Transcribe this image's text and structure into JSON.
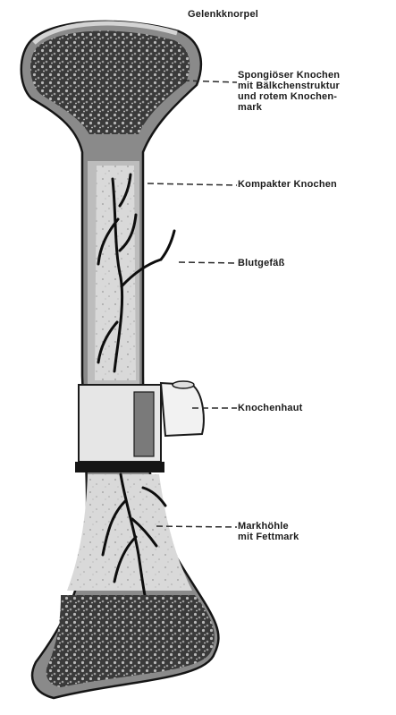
{
  "labels": {
    "gelenkknorpel": "Gelenkknorpel",
    "spongioser": "Spongiöser Knochen\nmit Bälkchenstruktur\nund rotem Knochen-\nmark",
    "kompakter": "Kompakter Knochen",
    "blutgefaess": "Blutgefäß",
    "knochenhaut": "Knochenhaut",
    "markhoehle": "Markhöhle\nmit Fettmark"
  }
}
